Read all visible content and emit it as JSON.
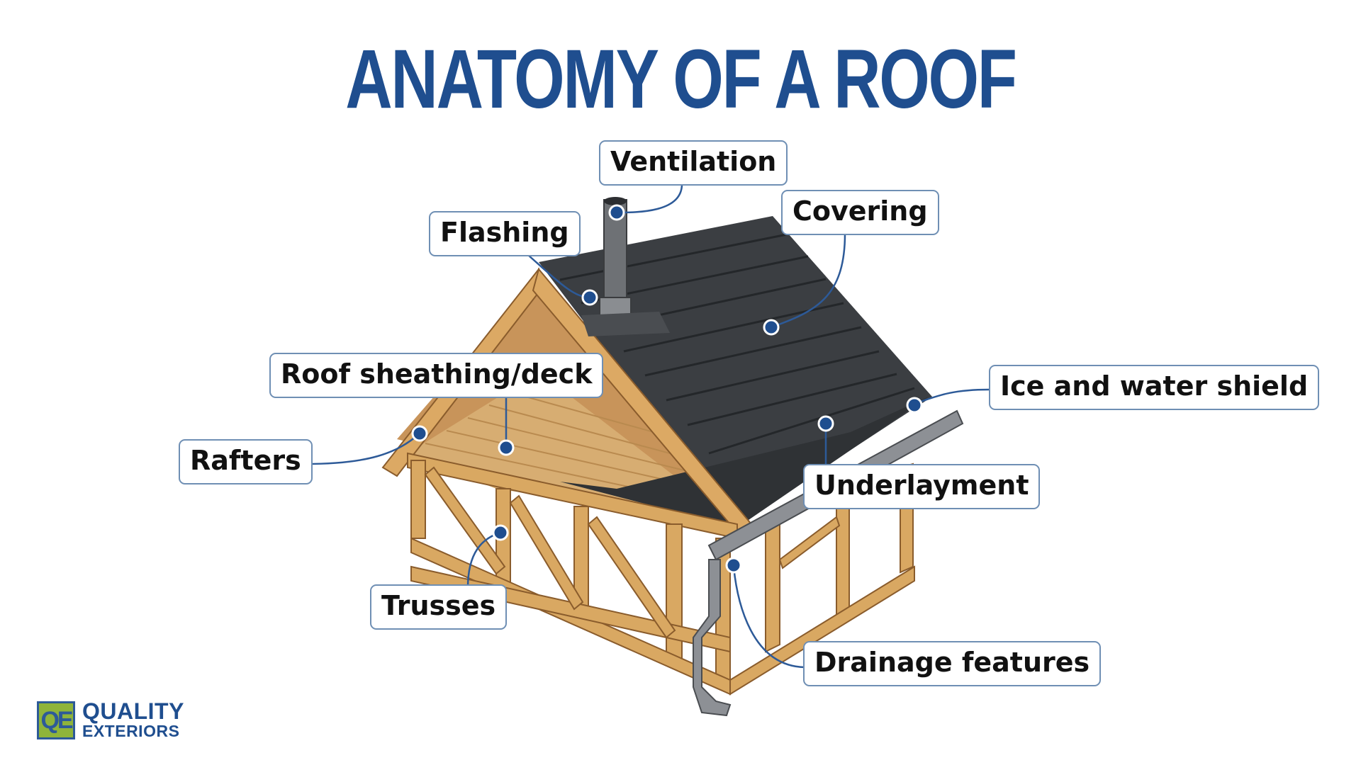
{
  "title": "ANATOMY OF A ROOF",
  "labels": {
    "ventilation": "Ventilation",
    "covering": "Covering",
    "flashing": "Flashing",
    "roof_sheathing": "Roof sheathing/deck",
    "ice_water_shield": "Ice and water shield",
    "rafters": "Rafters",
    "underlayment": "Underlayment",
    "trusses": "Trusses",
    "drainage": "Drainage features"
  },
  "logo": {
    "mark": "QE",
    "line1": "QUALITY",
    "line2": "EXTERIORS"
  },
  "colors": {
    "title": "#1f4e8f",
    "accent": "#1f4e8f",
    "leader": "#2d5a98",
    "label_border": "#6f8fb4",
    "shingle": "#3b3e42",
    "wood": "#d9a862",
    "logo_green": "#8fb43a"
  }
}
